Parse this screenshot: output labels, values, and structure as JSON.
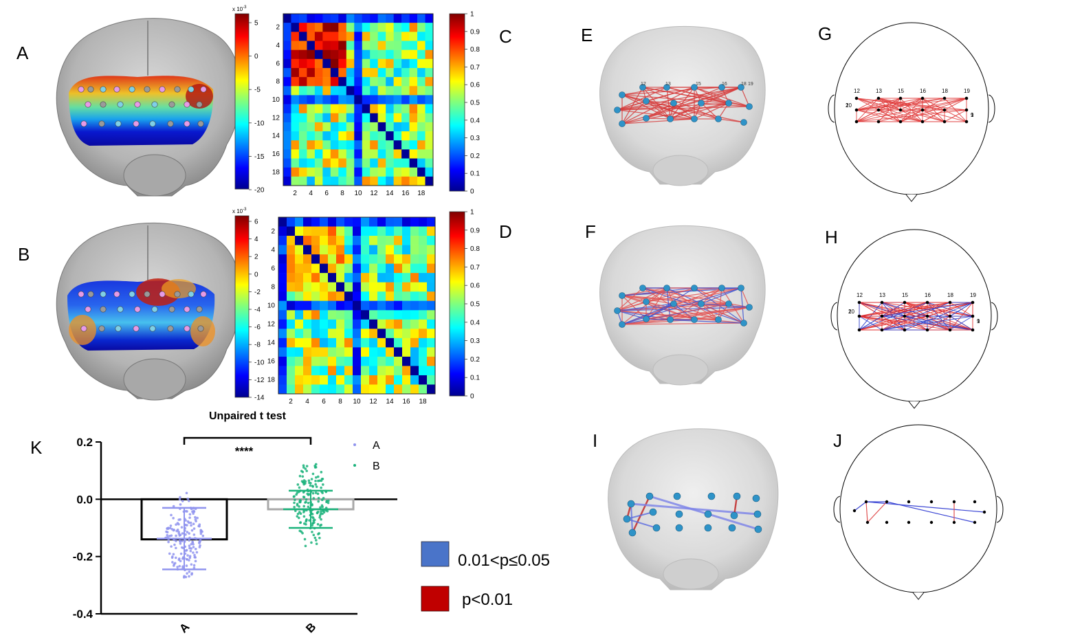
{
  "panel_letters": [
    "A",
    "B",
    "C",
    "D",
    "E",
    "F",
    "G",
    "H",
    "I",
    "J",
    "K"
  ],
  "colorbars": {
    "A": {
      "exponent": "x 10",
      "exp_power": "-3",
      "ticks": [
        "5",
        "0",
        "-5",
        "-10",
        "-15",
        "-20"
      ]
    },
    "B": {
      "exponent": "x 10",
      "exp_power": "-3",
      "ticks": [
        "6",
        "4",
        "2",
        "0",
        "-2",
        "-4",
        "-6",
        "-8",
        "-10",
        "-12",
        "-14"
      ]
    },
    "C": {
      "ticks": [
        "1",
        "0.9",
        "0.8",
        "0.7",
        "0.6",
        "0.5",
        "0.4",
        "0.3",
        "0.2",
        "0.1",
        "0"
      ]
    },
    "D": {
      "ticks": [
        "1",
        "0.9",
        "0.8",
        "0.7",
        "0.6",
        "0.5",
        "0.4",
        "0.3",
        "0.2",
        "0.1",
        "0"
      ]
    }
  },
  "matrix_ticks": {
    "y": [
      "2",
      "4",
      "6",
      "8",
      "10",
      "12",
      "14",
      "16",
      "18"
    ],
    "x": [
      "2",
      "4",
      "6",
      "8",
      "10",
      "12",
      "14",
      "16",
      "18"
    ]
  },
  "channel_labels": {
    "E": [
      "12",
      "13",
      "15",
      "16",
      "18",
      "19"
    ],
    "G_top": [
      "12",
      "13",
      "15",
      "16",
      "18",
      "19"
    ],
    "G_side": [
      "2",
      "1",
      "10",
      "9",
      "11",
      "8"
    ],
    "H_top": [
      "12",
      "13",
      "15",
      "16",
      "18",
      "19"
    ],
    "H_side": [
      "2",
      "1",
      "10",
      "9"
    ]
  },
  "legend_sig": {
    "blue_label": "0.01<p≤0.05",
    "red_label": "p<0.01",
    "blue_color": "#4a74c9",
    "red_color": "#c00000"
  },
  "chart_data": {
    "type": "bar",
    "title": "Unpaired t test",
    "categories": [
      "A",
      "B"
    ],
    "values": [
      -0.14,
      -0.035
    ],
    "error": [
      [
        -0.245,
        -0.03
      ],
      [
        -0.1,
        0.03
      ]
    ],
    "ylim": [
      -0.4,
      0.2
    ],
    "yticks": [
      "0.2",
      "0.0",
      "-0.2",
      "-0.4"
    ],
    "significance": "****",
    "legend": [
      "A",
      "B"
    ],
    "colors": {
      "A": "#8f93ee",
      "B": "#19b27a",
      "barA": "#000000",
      "barB": "#a8a8a8"
    }
  }
}
